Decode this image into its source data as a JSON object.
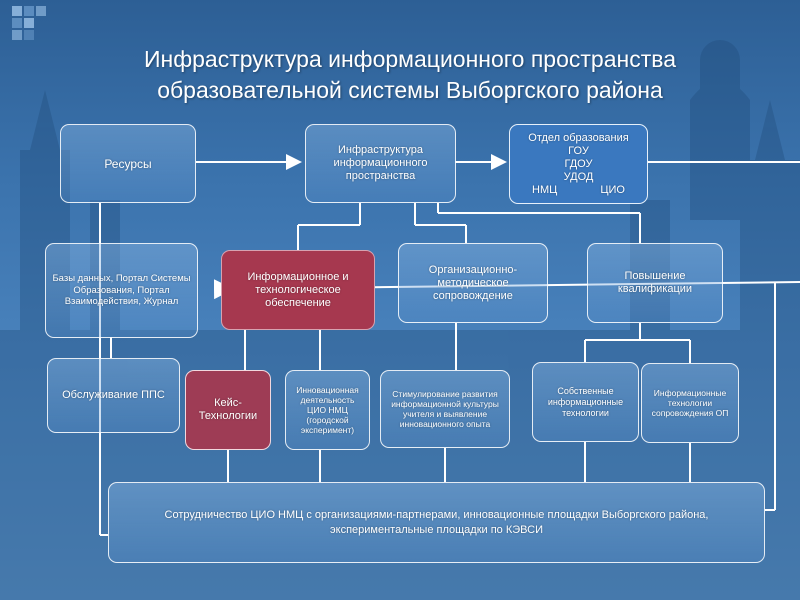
{
  "title": {
    "line1": "Инфраструктура информационного пространства",
    "line2": "образовательной системы Выборгского района"
  },
  "boxes": {
    "resources": "Ресурсы",
    "infrastructure": "Инфраструктура информационного пространства",
    "department": {
      "line1": "Отдел образования",
      "line2": "ГОУ",
      "line3": "ГДОУ",
      "line4": "УДОД",
      "left": "НМЦ",
      "right": "ЦИО"
    },
    "databases": "Базы данных, Портал Системы Образования, Портал Взаимодействия, Журнал",
    "info_support": "Информационное и технологическое обеспечение",
    "org_method": "Организационно-методическое сопровождение",
    "qualification": "Повышение квалификации",
    "pps_service": "Обслуживание ППС",
    "case_tech": "Кейс-Технологии",
    "innovation": "Инновационная деятельность ЦИО НМЦ (городской эксперимент)",
    "stimulation": "Стимулирование развития информационной культуры учителя и выявление инновационного опыта",
    "own_tech": "Собственные информационные технологии",
    "info_tech_op": "Информационные технологии сопровождения ОП",
    "cooperation": "Сотрудничество ЦИО НМЦ с организациями-партнерами, инновационные площадки Выборгского района, экспериментальные площадки по КЭВСИ"
  },
  "colors": {
    "background": "#3b73ad",
    "box_border": "#ffffff",
    "red_box": "#a6384f",
    "connector": "#ffffff"
  }
}
